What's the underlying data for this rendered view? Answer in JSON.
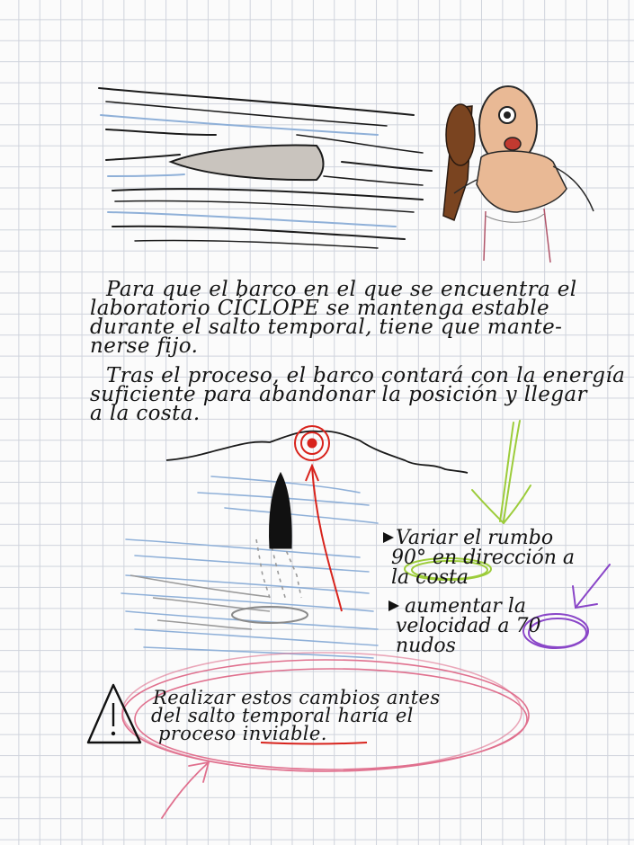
{
  "paragraph_1": {
    "lines": [
      "Para que el barco en el que se encuentra el",
      "laboratorio CÍCLOPE se mantenga estable",
      "durante el salto temporal, tiene que mante-",
      "nerse fijo."
    ]
  },
  "paragraph_2": {
    "lines": [
      "Tras el proceso, el barco contará con la energía",
      "suficiente para abandonar la posición y llegar",
      "a la costa."
    ]
  },
  "bullets": [
    {
      "lines": [
        "Variar el rumbo",
        "90° en dirección a",
        "la costa"
      ]
    },
    {
      "lines": [
        "aumentar la",
        "velocidad a 70",
        "nudos"
      ]
    }
  ],
  "warning": {
    "lines": [
      "Realizar estos cambios antes",
      "del salto temporal haría el",
      "proceso inviable."
    ]
  },
  "colors": {
    "ink": "#141414",
    "water_blue": "#8fb0d8",
    "target_red": "#d8231c",
    "green_arrow": "#9ccc3a",
    "purple_circle": "#8a46c8",
    "pink_circle": "#e0708e",
    "cyclops_skin": "#e9b995",
    "club_brown": "#7a4420"
  }
}
